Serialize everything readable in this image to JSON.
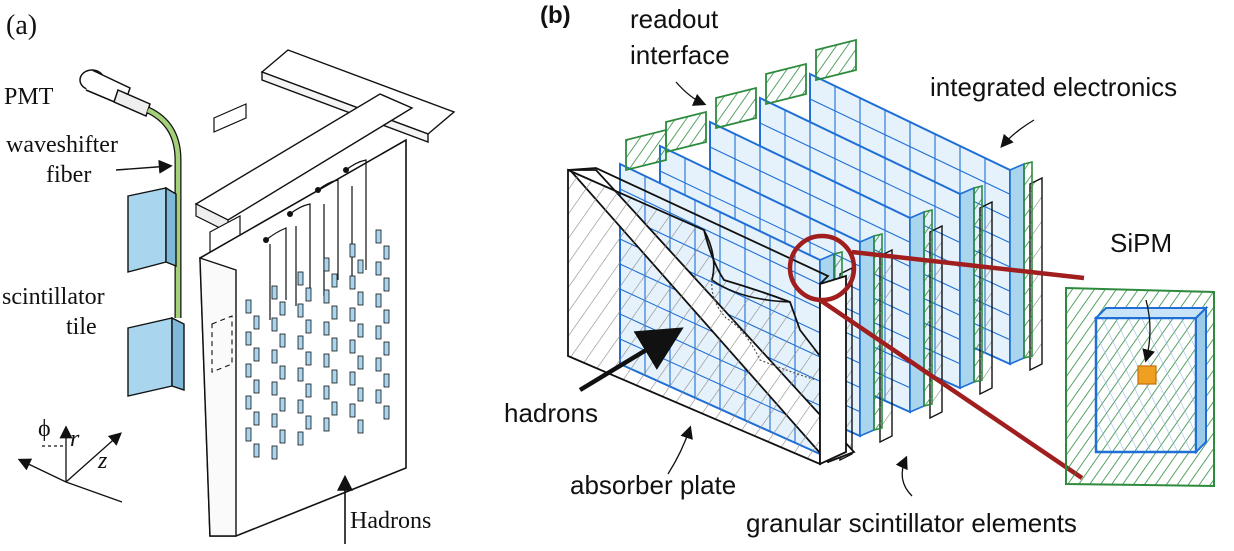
{
  "panel_a": {
    "tag": "(a)",
    "pmt": "PMT",
    "fiber_line1": "waveshifter",
    "fiber_line2": "fiber",
    "tile_line1": "scintillator",
    "tile_line2": "tile",
    "axis_phi": "ϕ",
    "axis_r": "r",
    "axis_z": "z",
    "hadrons": "Hadrons"
  },
  "panel_b": {
    "tag": "(b)",
    "readout_line1": "readout",
    "readout_line2": "interface",
    "integrated": "integrated electronics",
    "sipm": "SiPM",
    "hadrons": "hadrons",
    "absorber": "absorber plate",
    "granular": "granular scintillator elements"
  },
  "colors": {
    "tile_blue": "#a9d6ee",
    "tile_edge": "#1f6fd6",
    "board_green": "#2e8b3e",
    "fiber_green": "#a4d07a",
    "callout_red": "#a01e1e",
    "sipm_orange": "#f0a020"
  }
}
